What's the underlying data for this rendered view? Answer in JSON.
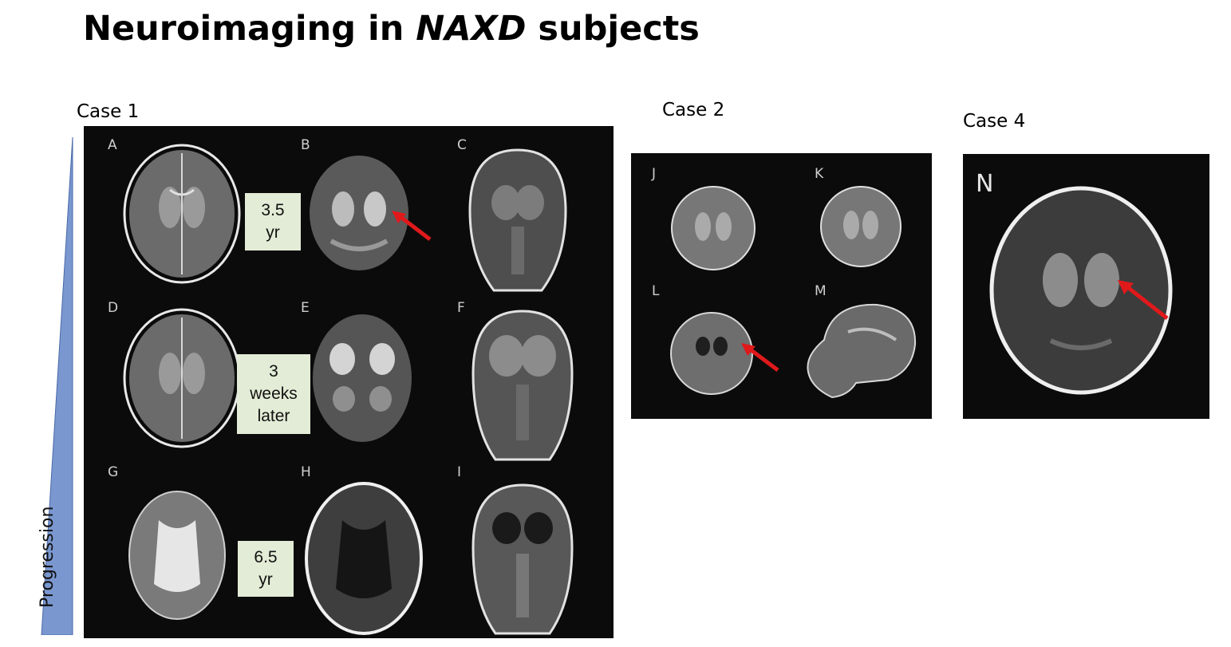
{
  "title": {
    "main": "Neuroimaging in ",
    "italic": "NAXD",
    "tail": " subjects"
  },
  "progression_label": "Progression",
  "case1": {
    "label": "Case 1",
    "panels": [
      "A",
      "B",
      "C",
      "D",
      "E",
      "F",
      "G",
      "H",
      "I"
    ],
    "notes": [
      "3.5\nyr",
      "3\nweeks\nlater",
      "6.5\nyr"
    ]
  },
  "case2": {
    "label": "Case 2",
    "panels": [
      "J",
      "K",
      "L",
      "M"
    ]
  },
  "case4": {
    "label": "Case 4",
    "panels": [
      "N"
    ]
  },
  "colors": {
    "arrow": "#e0191b",
    "note_bg": "#e3ecd6",
    "triangle": "#7a97cf",
    "panel_bg": "#0b0b0b"
  }
}
